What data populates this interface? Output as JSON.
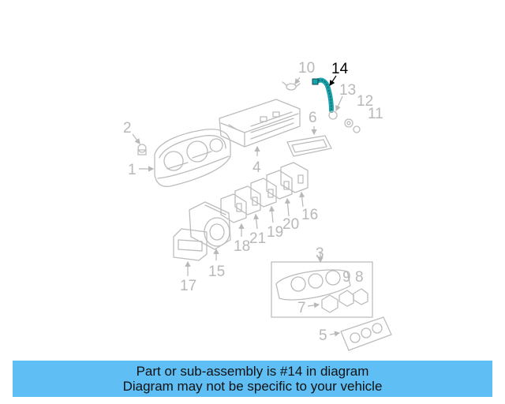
{
  "diagram": {
    "highlight_color": "#1aa0a8",
    "callouts": {
      "c1": "1",
      "c2": "2",
      "c3": "3",
      "c4": "4",
      "c5": "5",
      "c6": "6",
      "c7": "7",
      "c8": "8",
      "c9": "9",
      "c10": "10",
      "c11": "11",
      "c12": "12",
      "c13": "13",
      "c14": "14",
      "c15": "15",
      "c16": "16",
      "c17": "17",
      "c18": "18",
      "c19": "19",
      "c20": "20",
      "c21": "21"
    }
  },
  "banner": {
    "line1": "Part or sub-assembly is #14 in diagram",
    "line2": "Diagram may not be specific to your vehicle",
    "background": "#5fbff5"
  }
}
